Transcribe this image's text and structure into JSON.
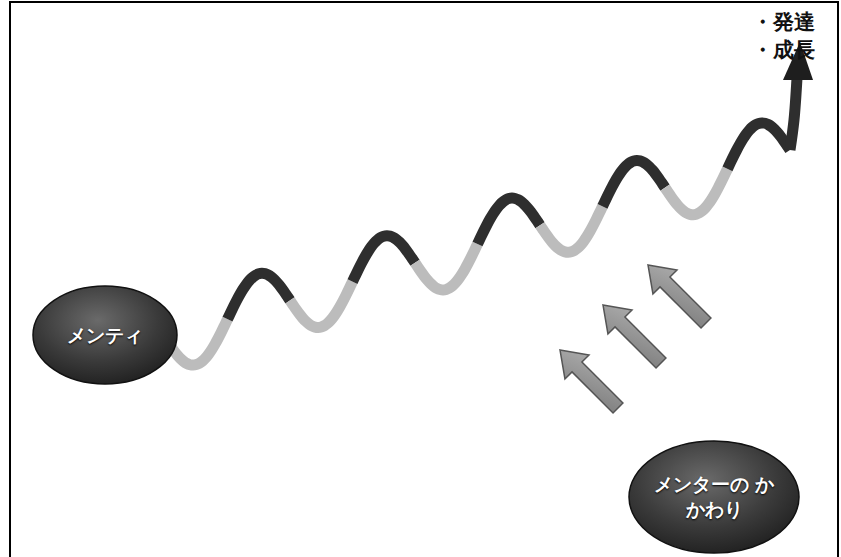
{
  "diagram": {
    "nodes": [
      {
        "text": [
          "メンティ"
        ]
      },
      {
        "text": [
          "メンターの かかわり"
        ]
      }
    ],
    "labels": [
      "・発達",
      "・成長"
    ]
  }
}
